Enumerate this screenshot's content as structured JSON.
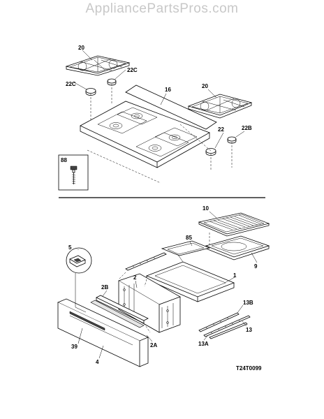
{
  "watermark": "AppliancePartsPros.com",
  "diagram_code": "T24T0099",
  "top_labels": {
    "grate_left": "20",
    "grate_right": "20",
    "cap_left_a": "22C",
    "cap_left_b": "22C",
    "cooktop": "16",
    "cap_right_a": "22",
    "cap_right_b": "22B",
    "screw": "88"
  },
  "bottom_labels": {
    "knob_box": "5",
    "broiler_pan_grid": "10",
    "broiler_pan": "9",
    "burner_pan": "85",
    "oven_bottom": "1",
    "door_inner": "2",
    "door_panel": "2B",
    "door_glass": "2A",
    "drawer": "39",
    "drawer_front": "4",
    "rail_a": "13B",
    "rail_b": "13",
    "rail_c": "13A"
  }
}
